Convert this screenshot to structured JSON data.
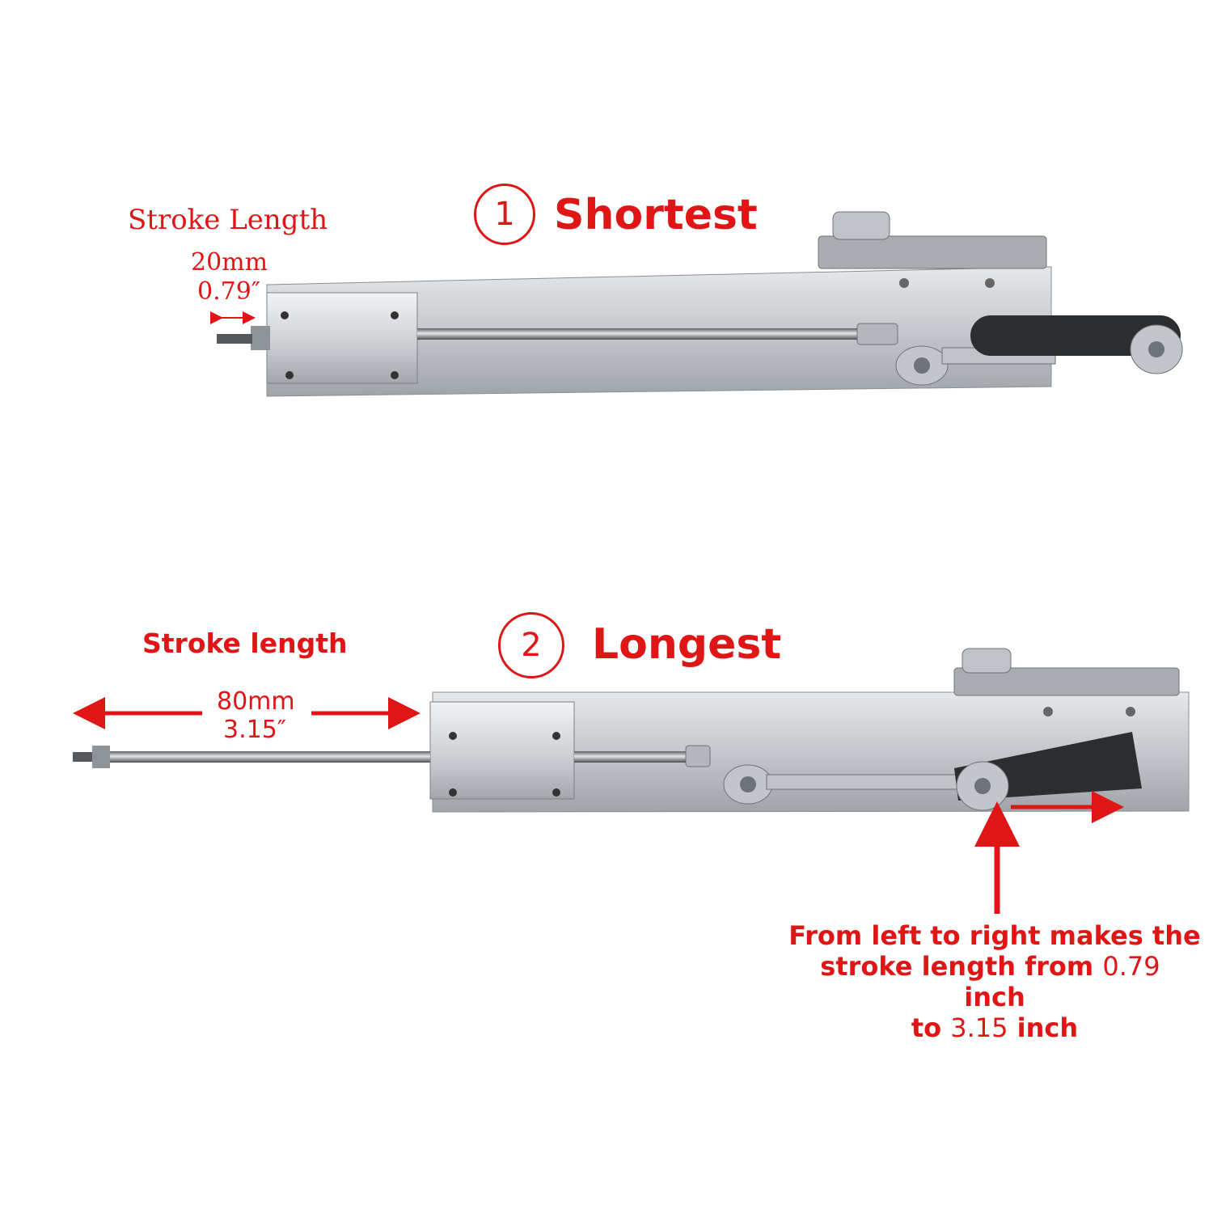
{
  "panel1": {
    "number": "1",
    "title": "Shortest",
    "stroke_label": "Stroke Length",
    "mm": "20mm",
    "inch": "0.79″"
  },
  "panel2": {
    "number": "2",
    "title": "Longest",
    "stroke_label": "Stroke length",
    "mm": "80mm",
    "inch": "3.15″"
  },
  "note": {
    "line1": "From left to right makes the",
    "line2a": "stroke length from",
    "line2b": "0.79",
    "line2c": "inch",
    "line3a": "to",
    "line3b": "3.15",
    "line3c": "inch"
  },
  "colors": {
    "annotation": "#e01515",
    "aluminum": "#c9ccd0",
    "background": "#ffffff"
  }
}
